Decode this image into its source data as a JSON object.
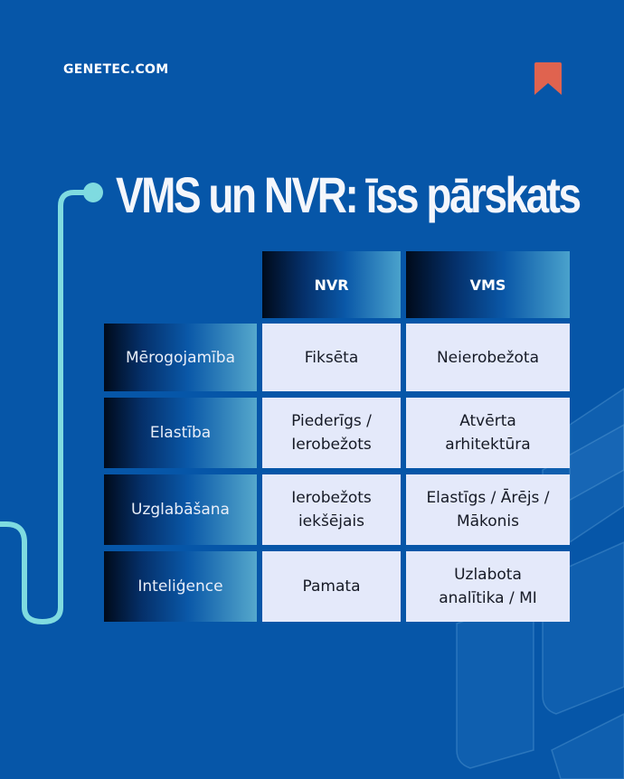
{
  "brand": {
    "label": "GENETEC.COM"
  },
  "bookmark": {
    "icon": "bookmark-icon",
    "color": "#e0634f"
  },
  "title": "VMS un NVR: īss pārskats",
  "colors": {
    "background": "#0656a8",
    "accent_line": "#7fdbe0",
    "cell_background": "#e4e9fa",
    "cell_text": "#161a26"
  },
  "table": {
    "columns": [
      "NVR",
      "VMS"
    ],
    "rows": [
      {
        "label": "Mērogojamība",
        "nvr": "Fiksēta",
        "vms": "Neierobežota"
      },
      {
        "label": "Elastība",
        "nvr": "Piederīgs /\nIerobežots",
        "vms": "Atvērta\narhitektūra"
      },
      {
        "label": "Uzglabāšana",
        "nvr": "Ierobežots\niekšējais",
        "vms": "Elastīgs / Ārējs /\nMākonis"
      },
      {
        "label": "Inteliģence",
        "nvr": "Pamata",
        "vms": "Uzlabota\nanalītika / MI"
      }
    ]
  }
}
